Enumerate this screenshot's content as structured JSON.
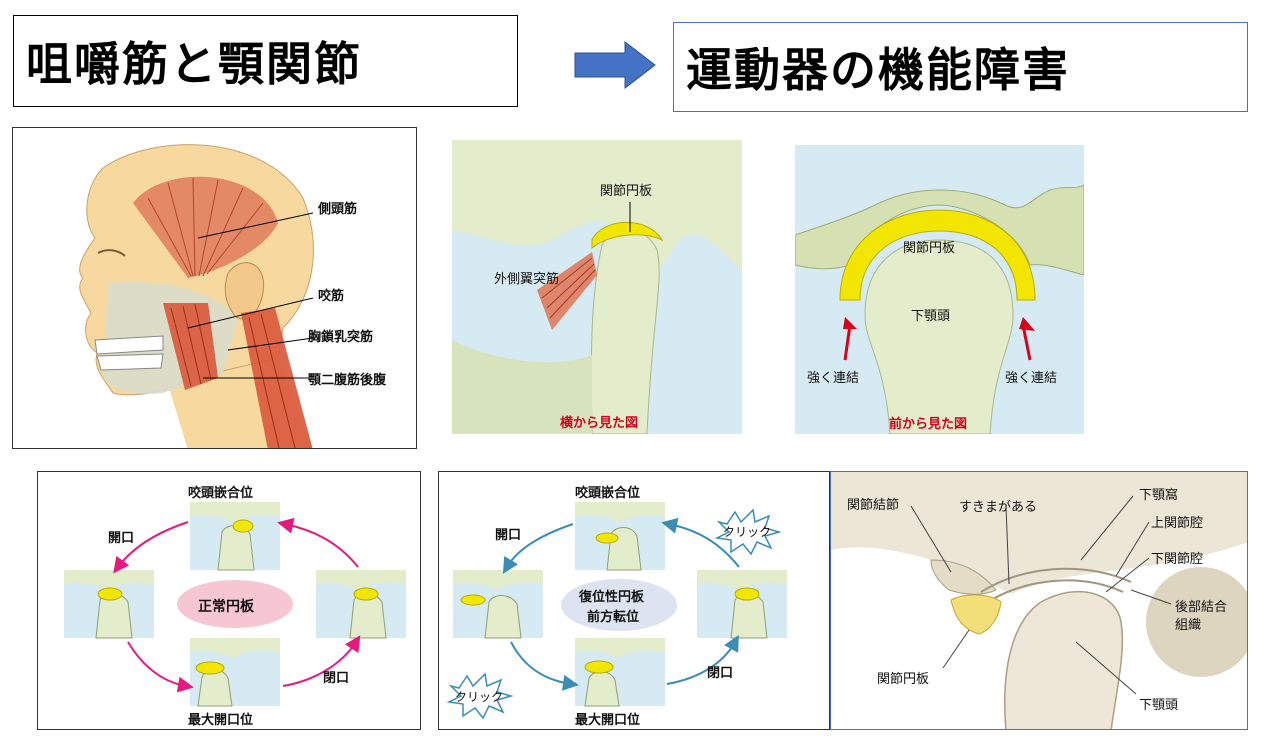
{
  "header": {
    "left_title": "咀嚼筋と顎関節",
    "right_title": "運動器の機能障害"
  },
  "head_panel": {
    "labels": {
      "temporalis": "側頭筋",
      "masseter": "咬筋",
      "scm": "胸鎖乳突筋",
      "digastric": "顎二腹筋後腹"
    }
  },
  "side_panel": {
    "disc": "関節円板",
    "pterygoid": "外側翼突筋",
    "caption": "横から見た図"
  },
  "front_panel": {
    "disc": "関節円板",
    "condyle": "下顎頭",
    "left_note": "強く連結",
    "right_note": "強く連結",
    "caption": "前から見た図"
  },
  "normal_cycle": {
    "top": "咬頭嵌合位",
    "bottom": "最大開口位",
    "open": "開口",
    "close": "閉口",
    "center": "正常円板"
  },
  "displaced_cycle": {
    "top": "咬頭嵌合位",
    "bottom": "最大開口位",
    "open": "開口",
    "close": "閉口",
    "click_top": "クリック",
    "click_bottom": "クリック",
    "center_line1": "復位性円板",
    "center_line2": "前方転位"
  },
  "detail_panel": {
    "labels": {
      "joint_nodule": "関節結節",
      "gap": "すきまがある",
      "fossa": "下顎窩",
      "upper_cavity": "上関節腔",
      "lower_cavity": "下関節腔",
      "posterior_line1": "後部結合",
      "posterior_line2": "組織",
      "disc": "関節円板",
      "condyle": "下顎頭"
    }
  },
  "colors": {
    "arrow_blue": "#4472c4",
    "cycle_magenta": "#e6197e",
    "cycle_teal": "#3b8db5",
    "disc_yellow": "#f2e600",
    "bone_green": "#e3eccb",
    "muscle_red": "#e07a5c",
    "skin": "#f7d9a0"
  }
}
